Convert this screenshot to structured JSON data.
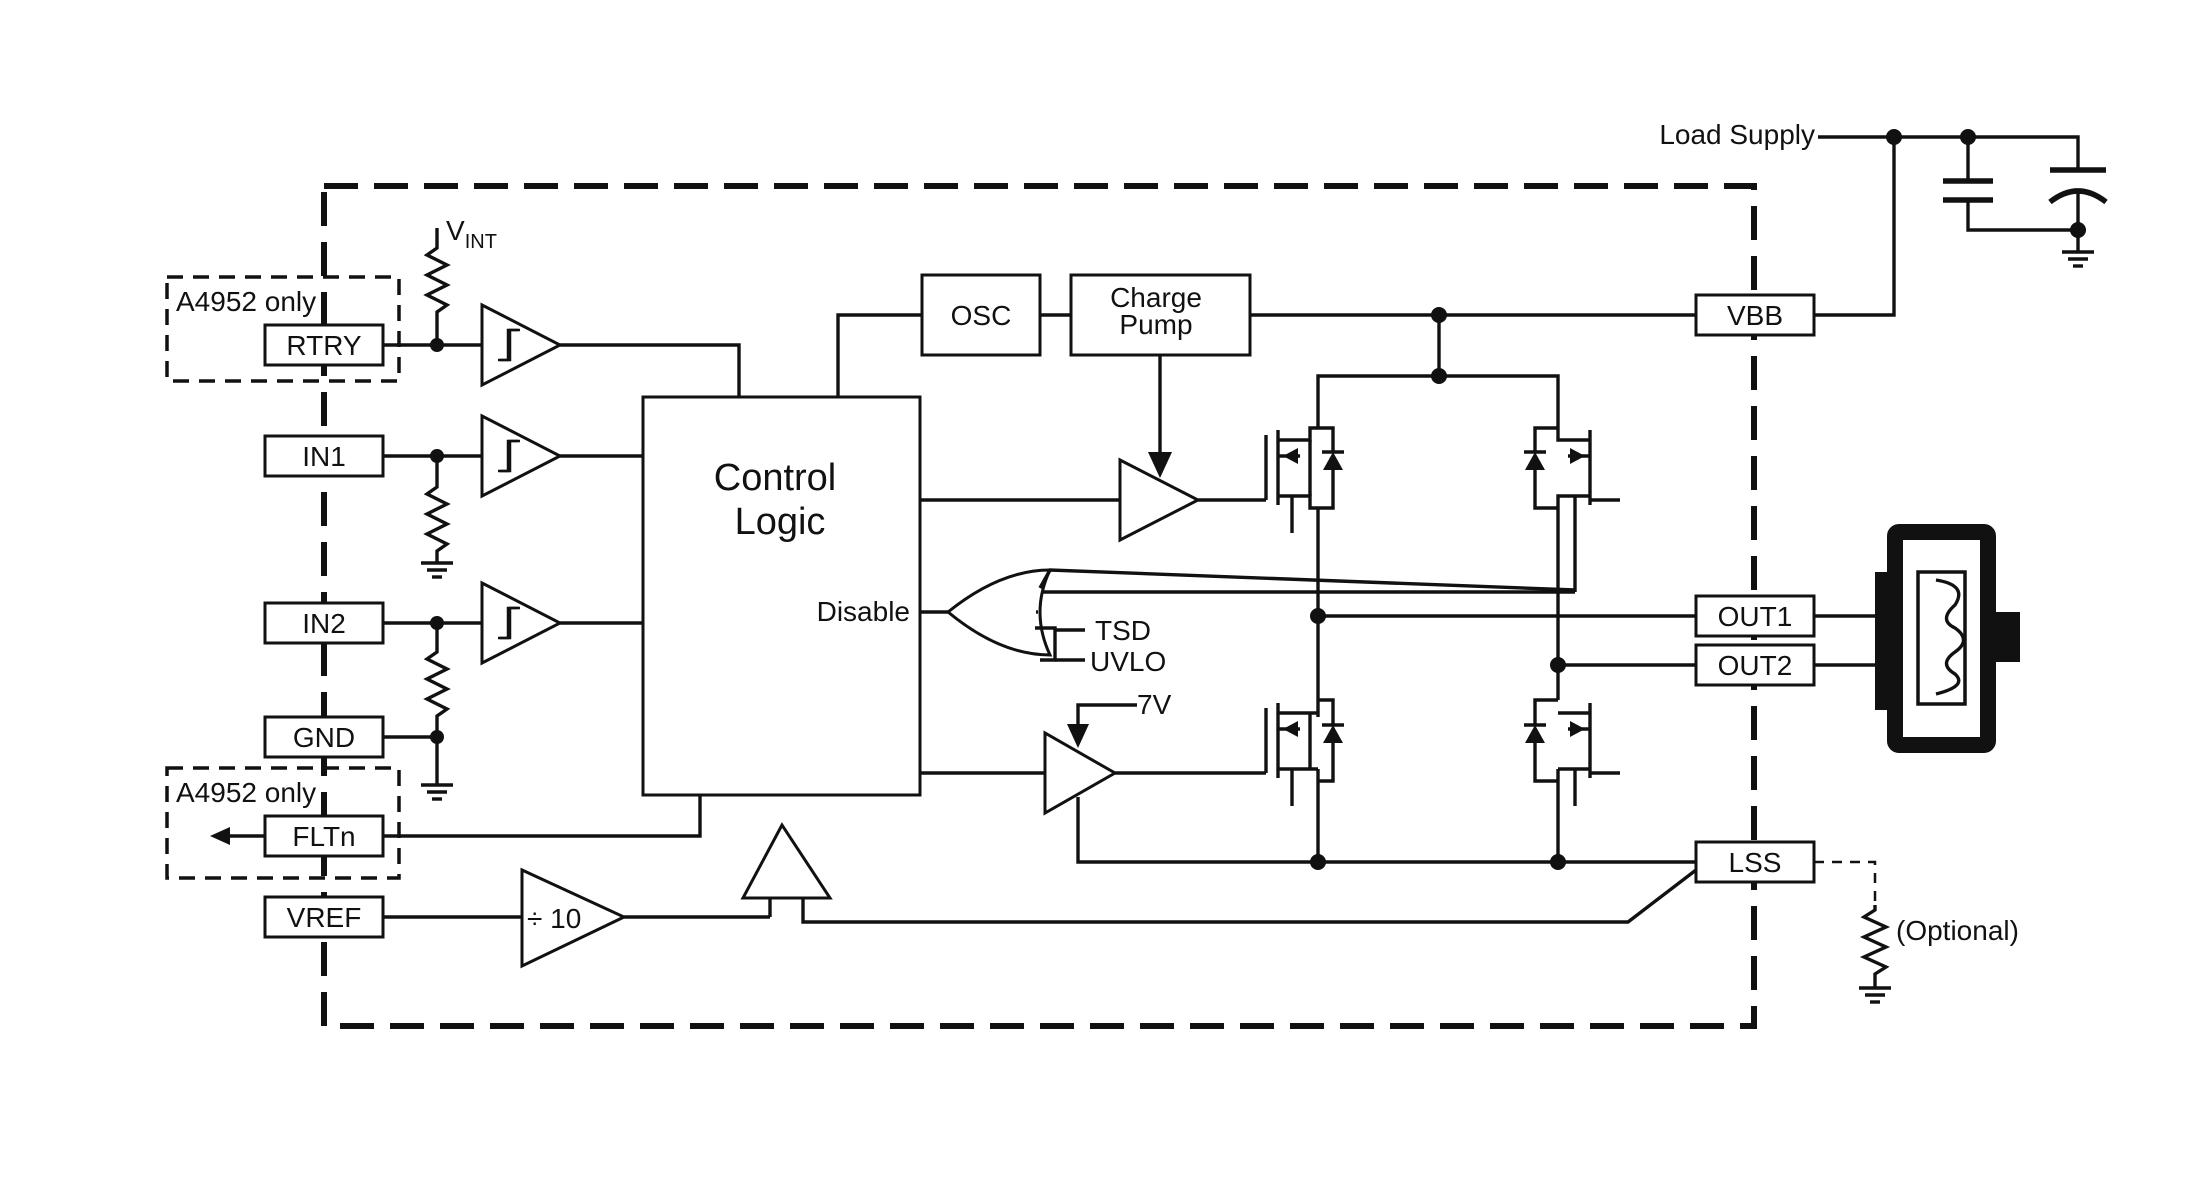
{
  "diagram": {
    "package_labels": {
      "top": "A4952 only",
      "bottom": "A4952 only"
    },
    "pins": {
      "rtry": "RTRY",
      "in1": "IN1",
      "in2": "IN2",
      "gnd": "GND",
      "fltn": "FLTn",
      "vref": "VREF",
      "vbb": "VBB",
      "out1": "OUT1",
      "out2": "OUT2",
      "lss": "LSS"
    },
    "blocks": {
      "osc": "OSC",
      "charge_pump_line1": "Charge",
      "charge_pump_line2": "Pump",
      "control_logic_line1": "Control",
      "control_logic_line2": "Logic",
      "disable": "Disable",
      "divider": "÷ 10"
    },
    "signals": {
      "vint_main": "V",
      "vint_sub": "INT",
      "load_supply": "Load Supply",
      "tsd": "TSD",
      "uvlo": "UVLO",
      "seven_v": "7V",
      "optional": "(Optional)"
    }
  }
}
